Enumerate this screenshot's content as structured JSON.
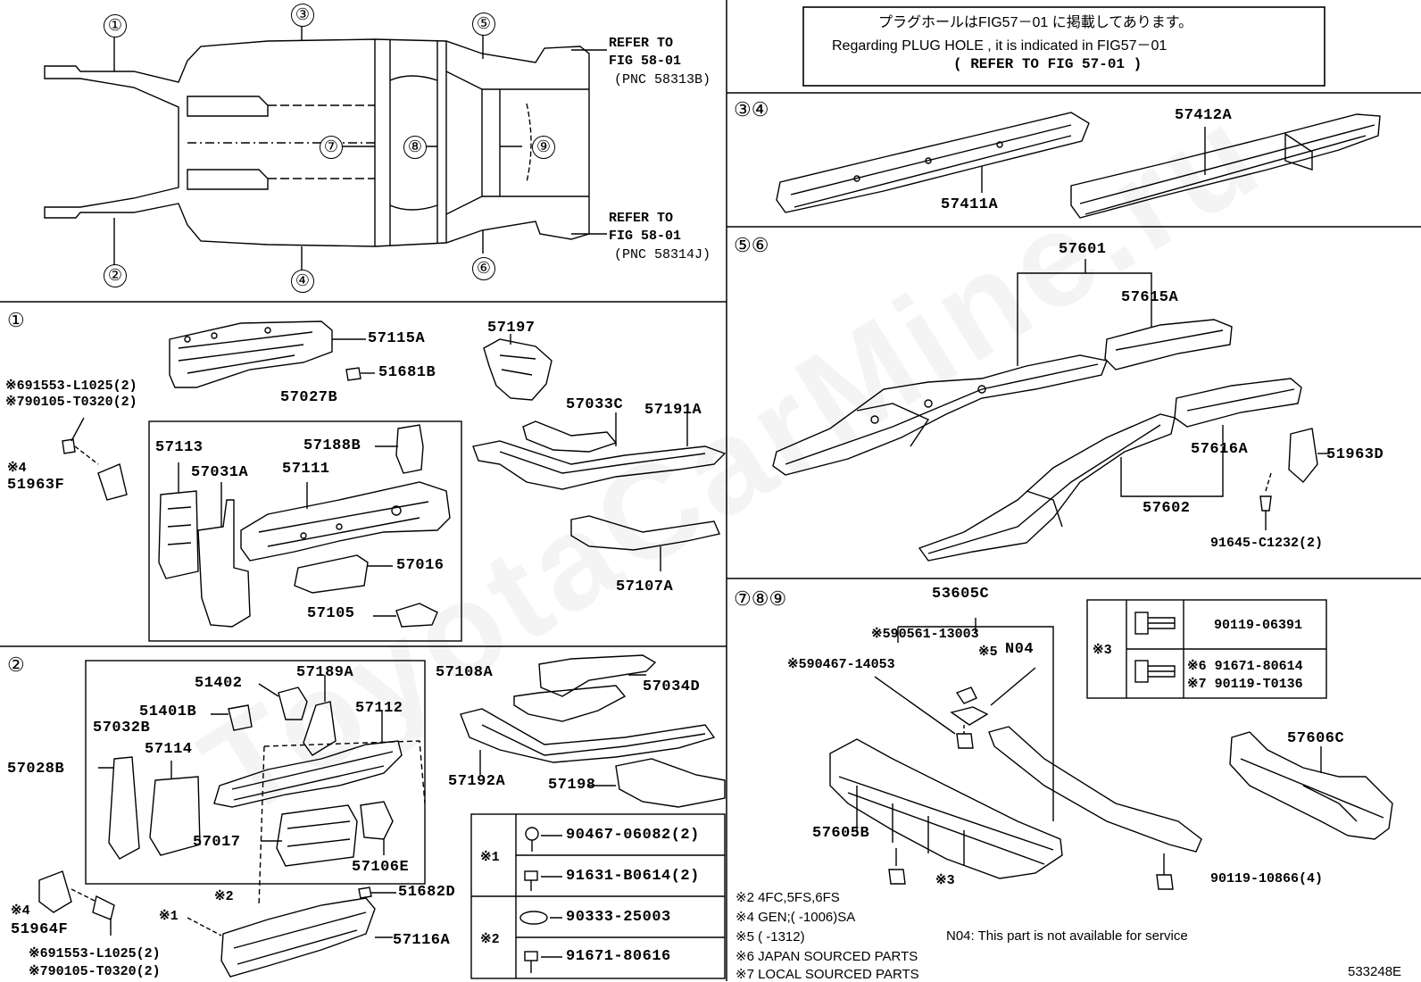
{
  "notice": {
    "line1": "プラグホールはFIG57－01 に掲載してあります。",
    "line2": "Regarding  PLUG HOLE , it is indicated in FIG57－01",
    "line3": "(    REFER TO FIG 57-01  )"
  },
  "overview": {
    "refer_top_1": "REFER TO",
    "refer_top_2": "FIG 58-01",
    "refer_top_3": "(PNC 58313B)",
    "refer_bot_1": "REFER TO",
    "refer_bot_2": "FIG 58-01",
    "refer_bot_3": "(PNC 58314J)",
    "c1": "①",
    "c2": "②",
    "c3": "③",
    "c4": "④",
    "c5": "⑤",
    "c6": "⑥",
    "c7": "⑦",
    "c8": "⑧",
    "c9": "⑨"
  },
  "section1": {
    "header": "①",
    "p57115A": "57115A",
    "p51681B": "51681B",
    "p57197": "57197",
    "note_a": "※691553-L1025(2)",
    "note_b": "※790105-T0320(2)",
    "p57027B": "57027B",
    "p57033C": "57033C",
    "p57191A": "57191A",
    "p57113": "57113",
    "p57188B": "57188B",
    "x4": "※4",
    "p51963F": "51963F",
    "p57031A": "57031A",
    "p57111": "57111",
    "p57016": "57016",
    "p57107A": "57107A",
    "p57105": "57105"
  },
  "section2": {
    "header": "②",
    "p57108A": "57108A",
    "p57034D": "57034D",
    "p51402": "51402",
    "p57189A": "57189A",
    "p51401B": "51401B",
    "p57112": "57112",
    "p57032B": "57032B",
    "p57114": "57114",
    "p57028B": "57028B",
    "p57192A": "57192A",
    "p57198": "57198",
    "p57017": "57017",
    "p57106E": "57106E",
    "p51682D": "51682D",
    "x2": "※2",
    "x1": "※1",
    "x4": "※4",
    "p51964F": "51964F",
    "p57116A": "57116A",
    "note_a": "※691553-L1025(2)",
    "note_b": "※790105-T0320(2)",
    "legend_x1": "※1",
    "legend_x2": "※2",
    "legend1": "90467-06082(2)",
    "legend2": "91631-B0614(2)",
    "legend3": "90333-25003",
    "legend4": "91671-80616"
  },
  "section34": {
    "header": "③④",
    "p57412A": "57412A",
    "p57411A": "57411A"
  },
  "section56": {
    "header": "⑤⑥",
    "p57601": "57601",
    "p57615A": "57615A",
    "p57616A": "57616A",
    "p51963D": "51963D",
    "p57602": "57602",
    "p91645": "91645-C1232(2)"
  },
  "section789": {
    "header": "⑦⑧⑨",
    "p53605C": "53605C",
    "n_590561": "※590561-13003",
    "n_590467": "※590467-14053",
    "n_x5": "※5",
    "n_N04": "N04",
    "p57605B": "57605B",
    "x3": "※3",
    "p90119_10866": "90119-10866(4)",
    "p57606C": "57606C",
    "table_x3": "※3",
    "t1": "90119-06391",
    "t2": "※6 91671-80614",
    "t3": "※7 90119-T0136",
    "f1": "※2 4FC,5FS,6FS",
    "f2": "※4 GEN;(      -1006)SA",
    "f3": "※5 (      -1312)",
    "f4": "※6 JAPAN SOURCED PARTS",
    "f5": "※7 LOCAL SOURCED PARTS",
    "n04_note": "N04: This part is not available for service",
    "fig_id": "533248E"
  },
  "watermark": "ToyotaCarMine.ru"
}
